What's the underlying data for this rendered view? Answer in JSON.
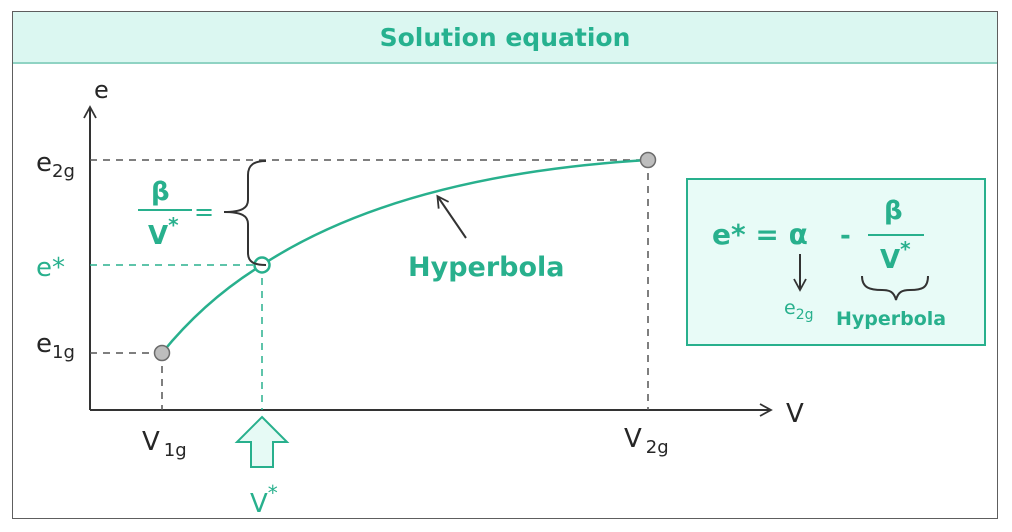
{
  "header": {
    "title": "Solution equation"
  },
  "colors": {
    "accent": "#28b08d",
    "header_bg": "#dbf7f1",
    "box_bg": "#e8fbf7",
    "point_gray": "#bdbdbd"
  },
  "axes": {
    "y_label": "e",
    "x_label": "V",
    "y_ticks": {
      "e2g_base": "e",
      "e2g_sub": "2g",
      "estar": "e*",
      "e1g_base": "e",
      "e1g_sub": "1g"
    },
    "x_ticks": {
      "v1g_base": "V",
      "v1g_sub": "1g",
      "v2g_base": "V",
      "v2g_sub": "2g",
      "vstar_base": "V",
      "vstar_sup": "*"
    }
  },
  "curve": {
    "label": "Hyperbola"
  },
  "bracket": {
    "numerator": "β",
    "denominator": "V",
    "denominator_sup": "*",
    "equals": "="
  },
  "equation_box": {
    "lhs": "e* = α",
    "minus": "-",
    "frac_num": "β",
    "frac_den": "V",
    "frac_den_sup": "*",
    "alpha_note_base": "e",
    "alpha_note_sub": "2g",
    "frac_note": "Hyperbola"
  }
}
